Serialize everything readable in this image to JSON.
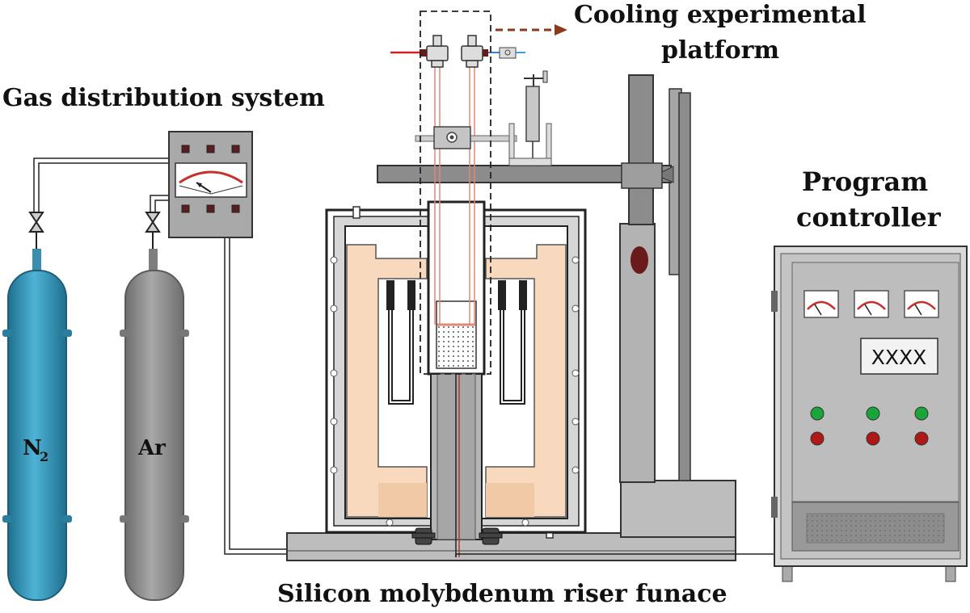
{
  "labels": {
    "gas_system": "Gas distribution system",
    "cooling_line1": "Cooling experimental",
    "cooling_line2": "platform",
    "program_line1": "Program",
    "program_line2": "controller",
    "furnace": "Silicon molybdenum riser funace"
  },
  "cylinders": {
    "n2_label": "N",
    "n2_subscript": "2",
    "ar_label": "Ar"
  },
  "controller": {
    "display": "XXXX"
  },
  "colors": {
    "n2_cylinder": "#3a9bbf",
    "ar_cylinder": "#8a8a8a",
    "insulation": "#f8d9bd",
    "frame_gray": "#9a9a9a",
    "cable_red": "#e08878",
    "arrow_brown": "#8b3a1a",
    "button_green": "#19a53a",
    "button_red": "#b01818"
  }
}
